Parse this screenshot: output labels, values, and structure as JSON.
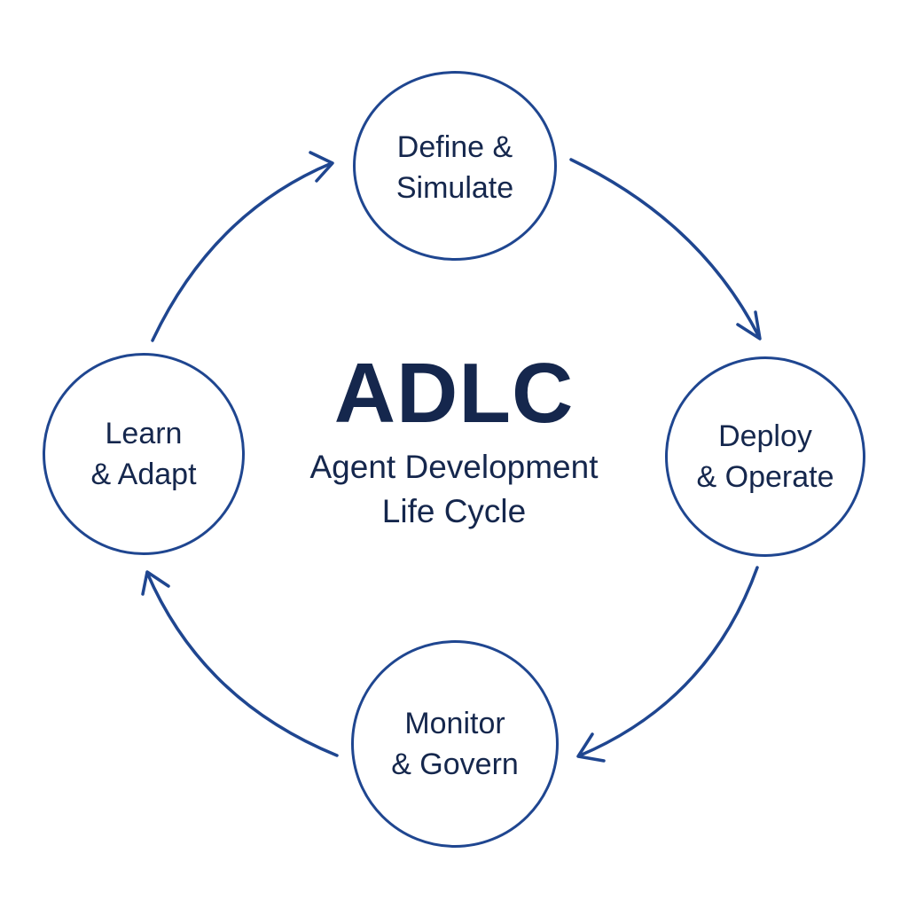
{
  "colors": {
    "stroke": "#1f4690",
    "text": "#15274d",
    "background": "#ffffff"
  },
  "center": {
    "title": "ADLC",
    "subtitle_line1": "Agent Development",
    "subtitle_line2": "Life Cycle"
  },
  "stages": [
    {
      "id": "define",
      "line1": "Define &",
      "line2": "Simulate"
    },
    {
      "id": "deploy",
      "line1": "Deploy",
      "line2": "& Operate"
    },
    {
      "id": "monitor",
      "line1": "Monitor",
      "line2": "& Govern"
    },
    {
      "id": "learn",
      "line1": "Learn",
      "line2": "& Adapt"
    }
  ]
}
